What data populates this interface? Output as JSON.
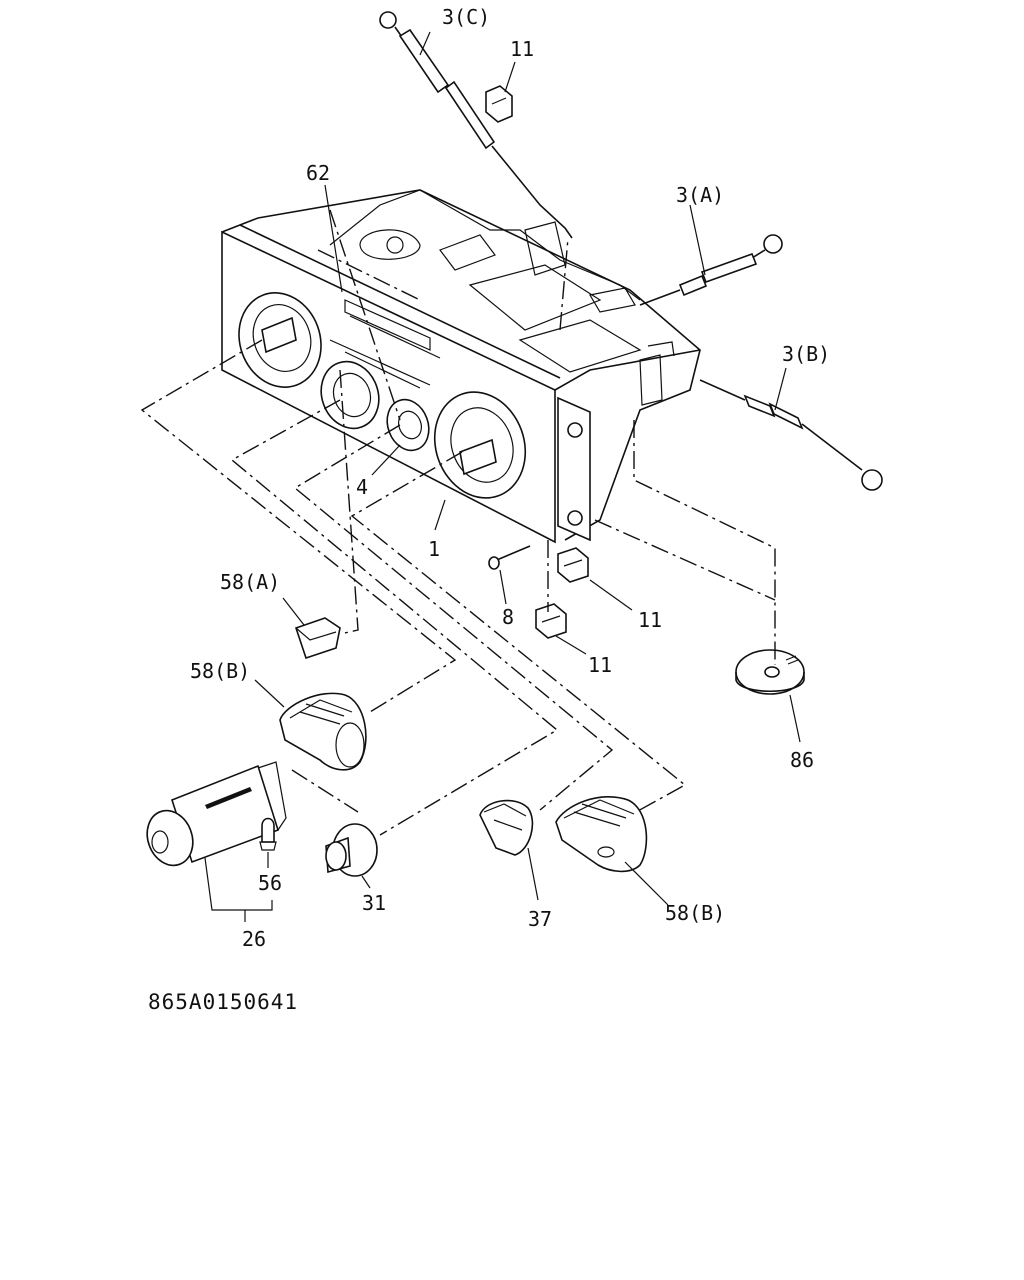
{
  "callouts": {
    "c3C": "3(C)",
    "c11_top": "11",
    "c62": "62",
    "c3A": "3(A)",
    "c3B": "3(B)",
    "c4": "4",
    "c1": "1",
    "c8": "8",
    "c11_mid": "11",
    "c11_low": "11",
    "c58A": "58(A)",
    "c58B_left": "58(B)",
    "c86": "86",
    "c56": "56",
    "c31": "31",
    "c37": "37",
    "c58B_right": "58(B)",
    "c26": "26"
  },
  "drawing_id": "865A0150641"
}
